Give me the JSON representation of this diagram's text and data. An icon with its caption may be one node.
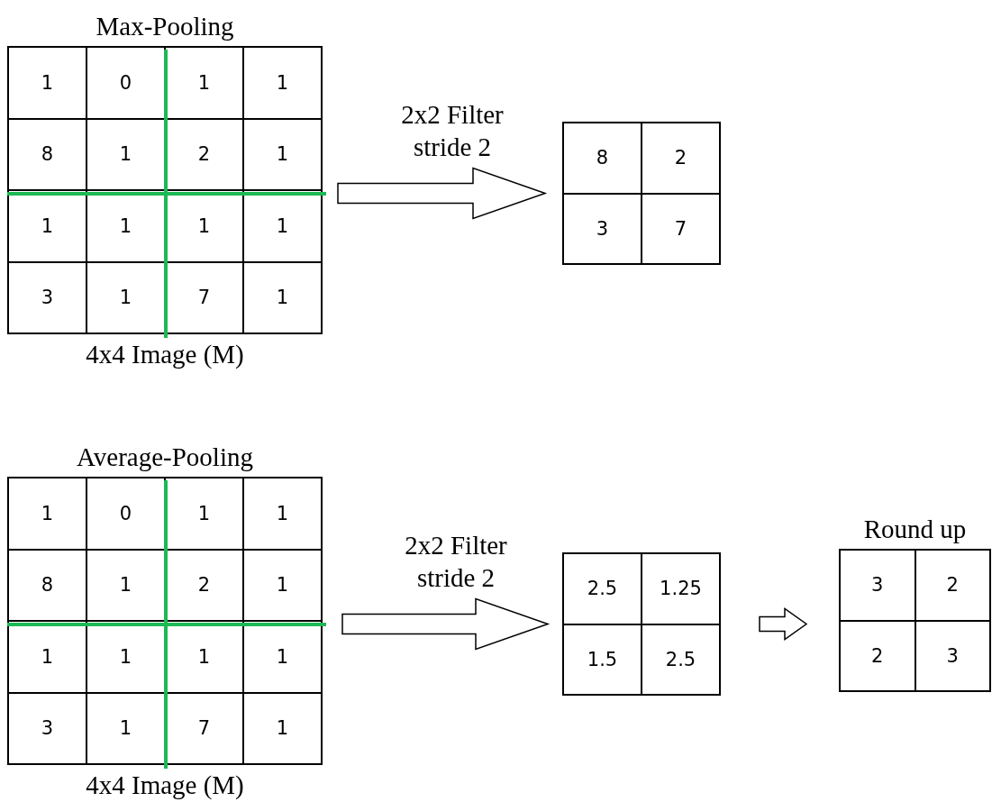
{
  "diagram": {
    "nodes": [
      {
        "text": [
          "Max-Pooling"
        ],
        "beside": [
          "4x4 Image (M)"
        ]
      },
      {
        "text": [
          "1"
        ],
        "in": 0
      },
      {
        "text": [
          "0"
        ],
        "in": 0
      },
      {
        "text": [
          "1"
        ],
        "in": 0
      },
      {
        "text": [
          "1"
        ],
        "in": 0
      },
      {
        "text": [
          "8"
        ],
        "in": 0
      },
      {
        "text": [
          "1"
        ],
        "in": 0
      },
      {
        "text": [
          "2"
        ],
        "in": 0
      },
      {
        "text": [
          "1"
        ],
        "in": 0
      },
      {
        "text": [
          "1"
        ],
        "in": 0
      },
      {
        "text": [
          "1"
        ],
        "in": 0
      },
      {
        "text": [
          "1"
        ],
        "in": 0
      },
      {
        "text": [
          "1"
        ],
        "in": 0
      },
      {
        "text": [
          "3"
        ],
        "in": 0
      },
      {
        "text": [
          "1"
        ],
        "in": 0
      },
      {
        "text": [
          "7"
        ],
        "in": 0
      },
      {
        "text": [
          "1"
        ],
        "in": 0
      },
      {
        "text": [],
        "shape": "box"
      },
      {
        "text": [
          "8"
        ],
        "in": 17
      },
      {
        "text": [
          "2"
        ],
        "in": 17
      },
      {
        "text": [
          "3"
        ],
        "in": 17
      },
      {
        "text": [
          "7"
        ],
        "in": 17
      },
      {
        "text": [
          "Average-Pooling"
        ],
        "beside": [
          "4x4 Image (M)"
        ]
      },
      {
        "text": [
          "1"
        ],
        "in": 22
      },
      {
        "text": [
          "0"
        ],
        "in": 22
      },
      {
        "text": [
          "1"
        ],
        "in": 22
      },
      {
        "text": [
          "1"
        ],
        "in": 22
      },
      {
        "text": [
          "8"
        ],
        "in": 22
      },
      {
        "text": [
          "1"
        ],
        "in": 22
      },
      {
        "text": [
          "2"
        ],
        "in": 22
      },
      {
        "text": [
          "1"
        ],
        "in": 22
      },
      {
        "text": [
          "1"
        ],
        "in": 22
      },
      {
        "text": [
          "1"
        ],
        "in": 22
      },
      {
        "text": [
          "1"
        ],
        "in": 22
      },
      {
        "text": [
          "1"
        ],
        "in": 22
      },
      {
        "text": [
          "3"
        ],
        "in": 22
      },
      {
        "text": [
          "1"
        ],
        "in": 22
      },
      {
        "text": [
          "7"
        ],
        "in": 22
      },
      {
        "text": [
          "1"
        ],
        "in": 22
      },
      {
        "text": [],
        "shape": "box"
      },
      {
        "text": [
          "2.5"
        ],
        "in": 39
      },
      {
        "text": [
          "1.25"
        ],
        "in": 39
      },
      {
        "text": [
          "1.5"
        ],
        "in": 39
      },
      {
        "text": [
          "2.5"
        ],
        "in": 39
      },
      {
        "text": [
          "Round up"
        ]
      },
      {
        "text": [
          "3"
        ],
        "in": 44
      },
      {
        "text": [
          "2"
        ],
        "in": 44
      },
      {
        "text": [
          "2"
        ],
        "in": 44
      },
      {
        "text": [
          "3"
        ],
        "in": 44
      }
    ],
    "edges": [
      {
        "from": 0,
        "to": 17,
        "arrow": "to",
        "label": "2x2 Filter stride 2"
      },
      {
        "from": 22,
        "to": 39,
        "arrow": "to",
        "label": "2x2 Filter stride 2"
      },
      {
        "from": 39,
        "to": 44,
        "arrow": "to"
      }
    ]
  }
}
